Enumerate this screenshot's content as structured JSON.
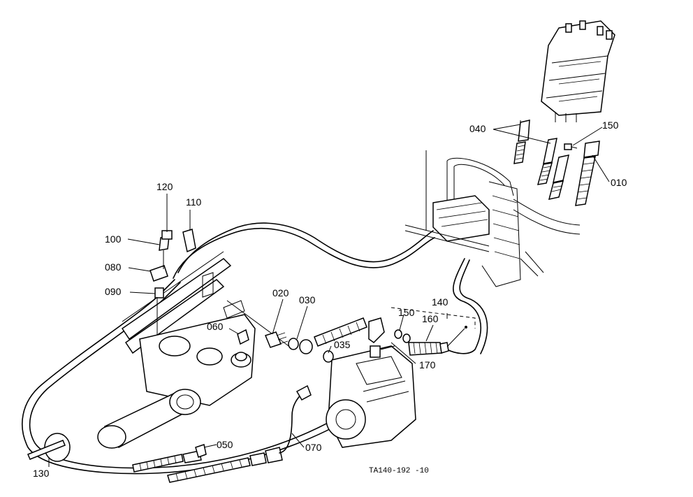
{
  "diagram": {
    "callouts": [
      {
        "id": "c010",
        "text": "010"
      },
      {
        "id": "c020",
        "text": "020"
      },
      {
        "id": "c030",
        "text": "030"
      },
      {
        "id": "c035",
        "text": "035"
      },
      {
        "id": "c040",
        "text": "040"
      },
      {
        "id": "c050",
        "text": "050"
      },
      {
        "id": "c060",
        "text": "060"
      },
      {
        "id": "c070",
        "text": "070"
      },
      {
        "id": "c080",
        "text": "080"
      },
      {
        "id": "c090",
        "text": "090"
      },
      {
        "id": "c100",
        "text": "100"
      },
      {
        "id": "c110",
        "text": "110"
      },
      {
        "id": "c120",
        "text": "120"
      },
      {
        "id": "c130",
        "text": "130"
      },
      {
        "id": "c140",
        "text": "140"
      },
      {
        "id": "c150a",
        "text": "150"
      },
      {
        "id": "c150b",
        "text": "150"
      },
      {
        "id": "c160",
        "text": "160"
      },
      {
        "id": "c170",
        "text": "170"
      }
    ],
    "drawing_code": "TA140-192 -10"
  }
}
